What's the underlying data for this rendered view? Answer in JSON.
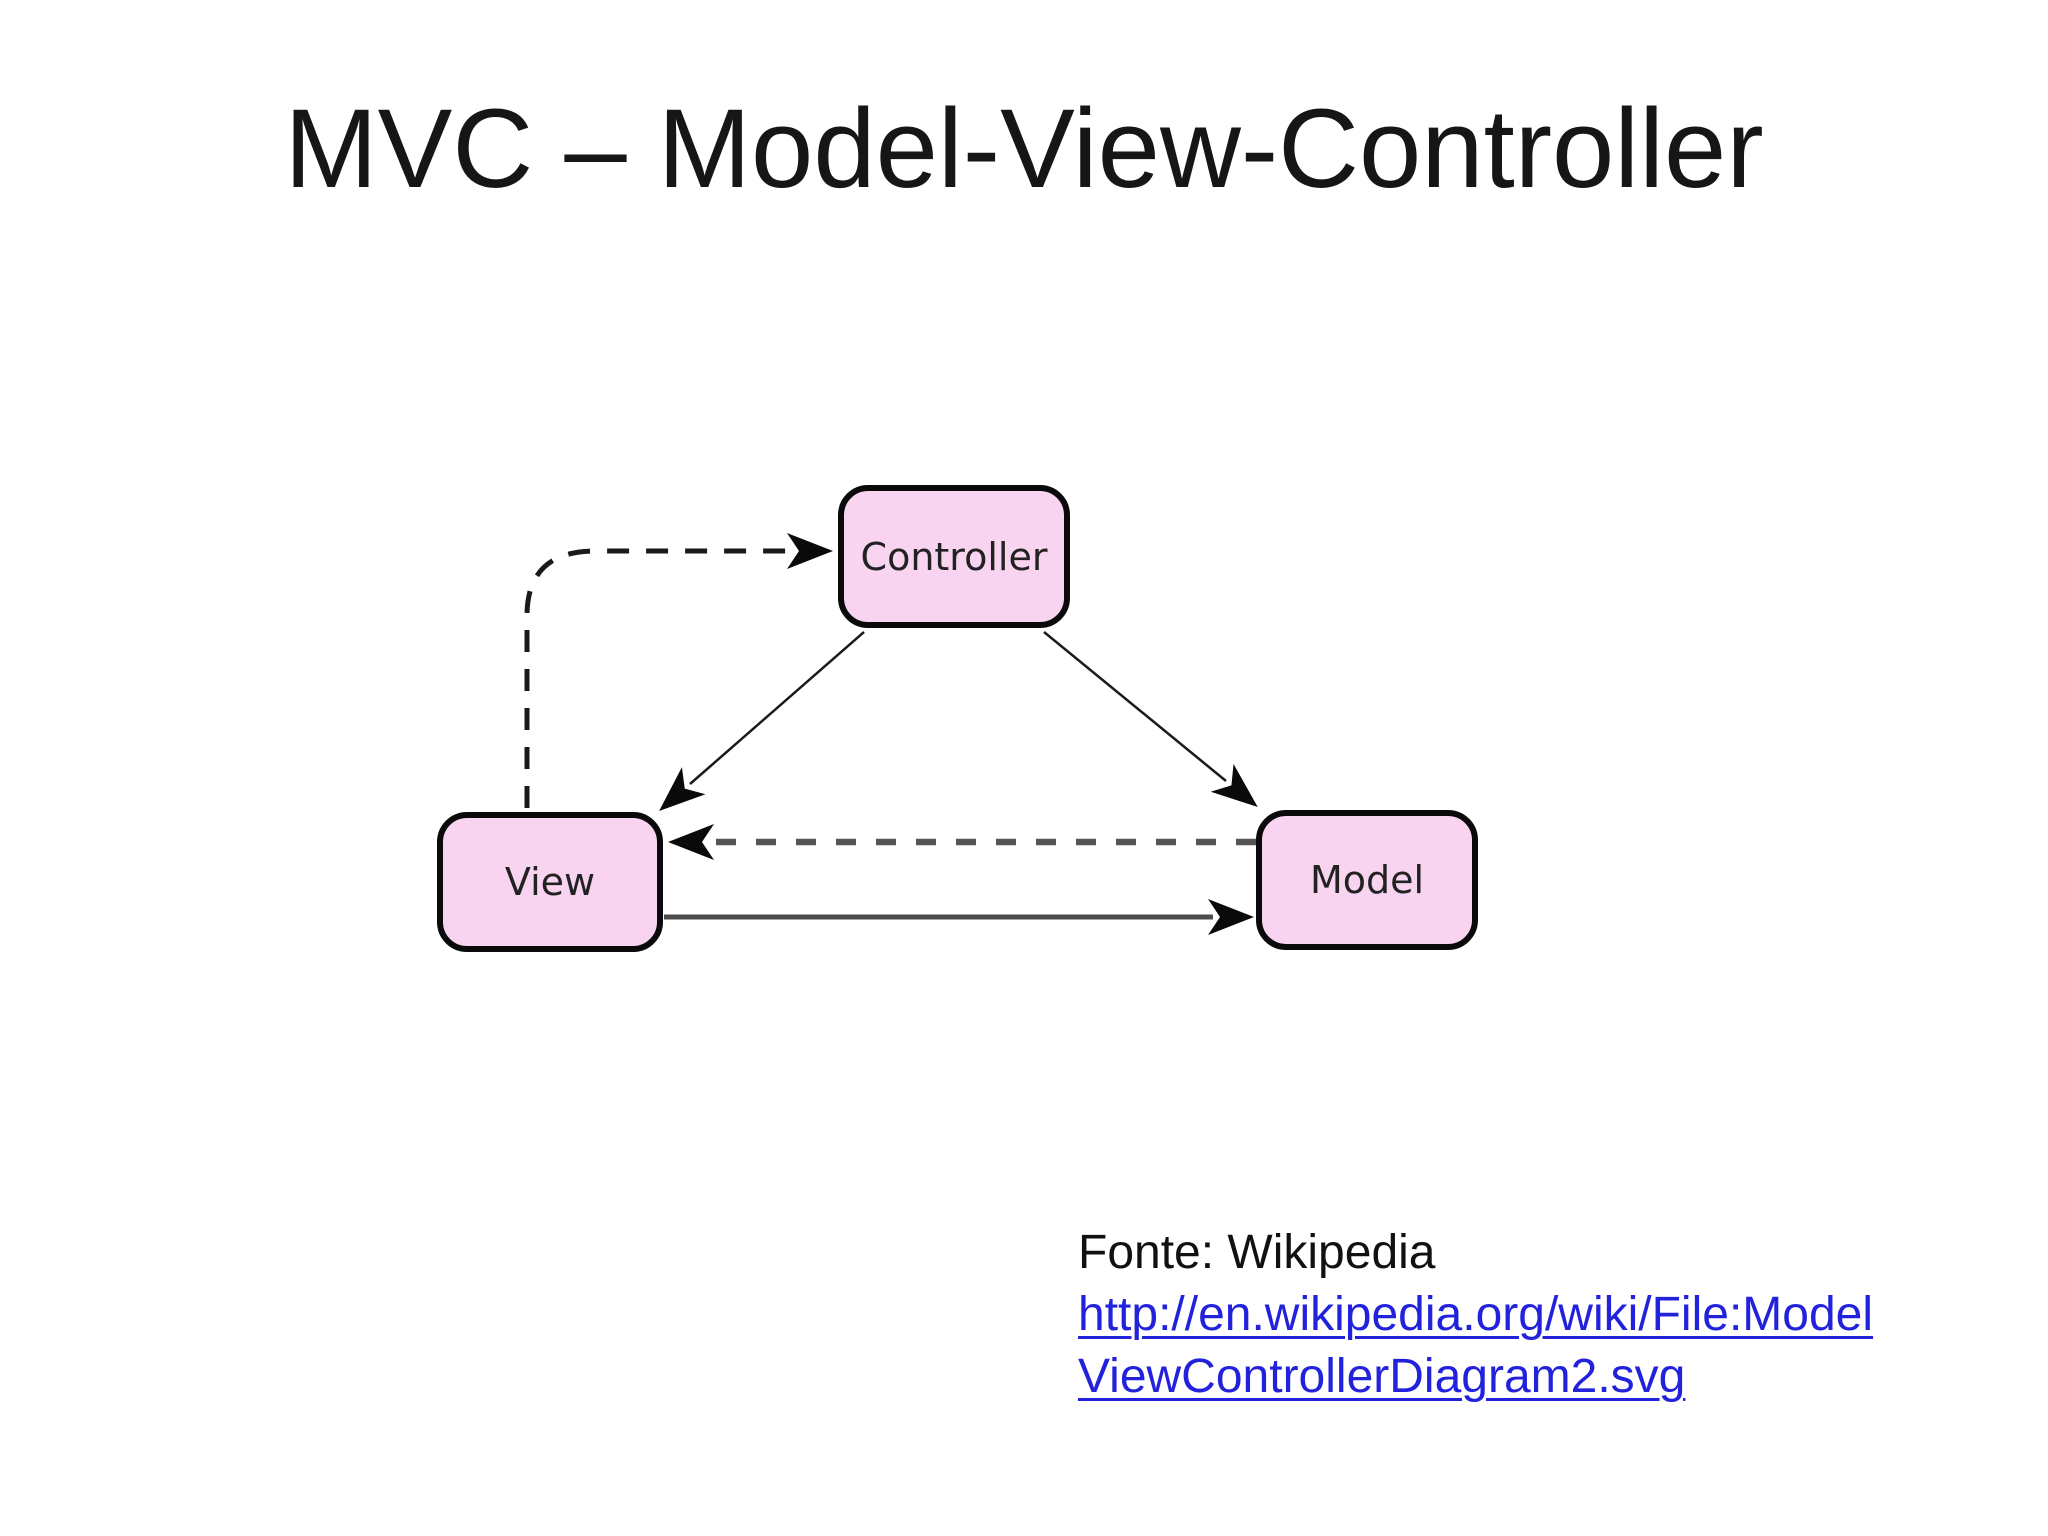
{
  "slide": {
    "title": "MVC – Model-View-Controller"
  },
  "diagram": {
    "nodes": {
      "controller": {
        "label": "Controller"
      },
      "view": {
        "label": "View"
      },
      "model": {
        "label": "Model"
      }
    },
    "node_fill": "#f9d4f1",
    "node_border": "#0a0a0a",
    "edges": [
      {
        "name": "view-to-controller",
        "from": "View",
        "to": "Controller",
        "line": "dashed"
      },
      {
        "name": "controller-to-view",
        "from": "Controller",
        "to": "View",
        "line": "solid"
      },
      {
        "name": "controller-to-model",
        "from": "Controller",
        "to": "Model",
        "line": "solid"
      },
      {
        "name": "model-to-view",
        "from": "Model",
        "to": "View",
        "line": "dashed"
      },
      {
        "name": "view-to-model",
        "from": "View",
        "to": "Model",
        "line": "solid"
      }
    ]
  },
  "source": {
    "label": "Fonte: Wikipedia",
    "link_text_line1": "http://en.wikipedia.org/wiki/File:Model",
    "link_text_line2": "ViewControllerDiagram2.svg",
    "link_url": "http://en.wikipedia.org/wiki/File:ModelViewControllerDiagram2.svg",
    "link_color": "#2222dd"
  }
}
